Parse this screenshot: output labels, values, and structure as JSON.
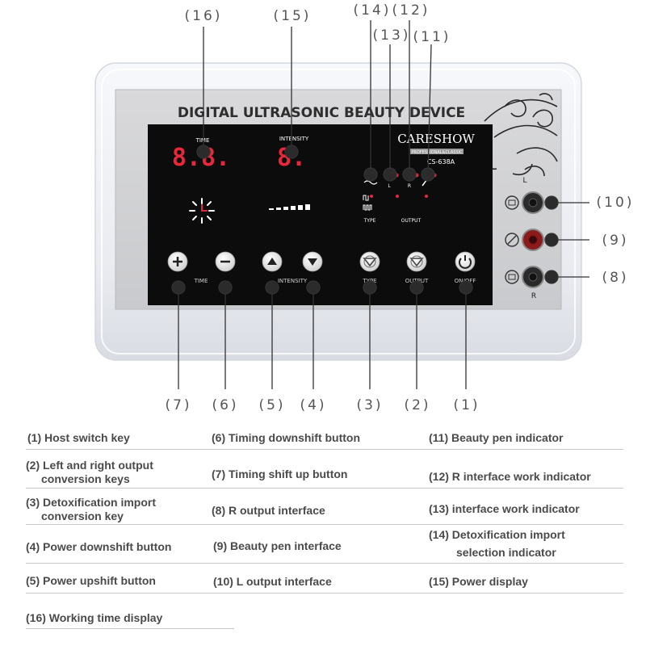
{
  "device": {
    "title": "DIGITAL ULTRASONIC BEAUTY DEVICE",
    "brand": "CARESHOW",
    "brand_tagline": "PROFESSIONAL&CLASSIC",
    "model": "CS-638A",
    "time_label": "TIME",
    "time_digits": "8.8.",
    "intensity_label": "INTENSITY",
    "intensity_digit": "8.",
    "indicator_l": "L",
    "indicator_r": "R",
    "type_label": "TYPE",
    "output_label": "OUTPUT",
    "btn_time": "TIME",
    "btn_intensity": "INTENSITY",
    "btn_type": "TYPE",
    "btn_output": "OUTPUT",
    "btn_onoff": "ON/OFF",
    "jack_top_label": "L",
    "jack_bottom_label": "R"
  },
  "callouts": [
    "(16)",
    "(15)",
    "(14)",
    "(12)",
    "(13)",
    "(11)",
    "(10)",
    "(9)",
    "(8)",
    "(7)",
    "(6)",
    "(5)",
    "(4)",
    "(3)",
    "(2)",
    "(1)"
  ],
  "legend": [
    [
      "(1) Host switch key"
    ],
    [
      "(6) Timing downshift button"
    ],
    [
      "(11) Beauty pen indicator"
    ],
    [
      "(2) Left and right output",
      "conversion keys"
    ],
    [
      "(7) Timing shift up button"
    ],
    [
      "(12) R interface work indicator"
    ],
    [
      "(3) Detoxification import",
      "conversion key"
    ],
    [
      "(8) R output interface"
    ],
    [
      "(13) interface work indicator"
    ],
    [
      "(4) Power downshift button"
    ],
    [
      "(9) Beauty pen interface"
    ],
    [
      "(14) Detoxification import",
      "selection indicator"
    ],
    [
      "(5) Power upshift button"
    ],
    [
      "(10) L output interface"
    ],
    [
      "(15) Power display"
    ],
    [
      "(16) Working time display"
    ]
  ],
  "colors": {
    "panel_black": "#0c0c0c",
    "led_red": "#e8283a",
    "button_face": "#f4f4f4",
    "housing": "#eef0f4",
    "silver": "#d5d6d8"
  }
}
